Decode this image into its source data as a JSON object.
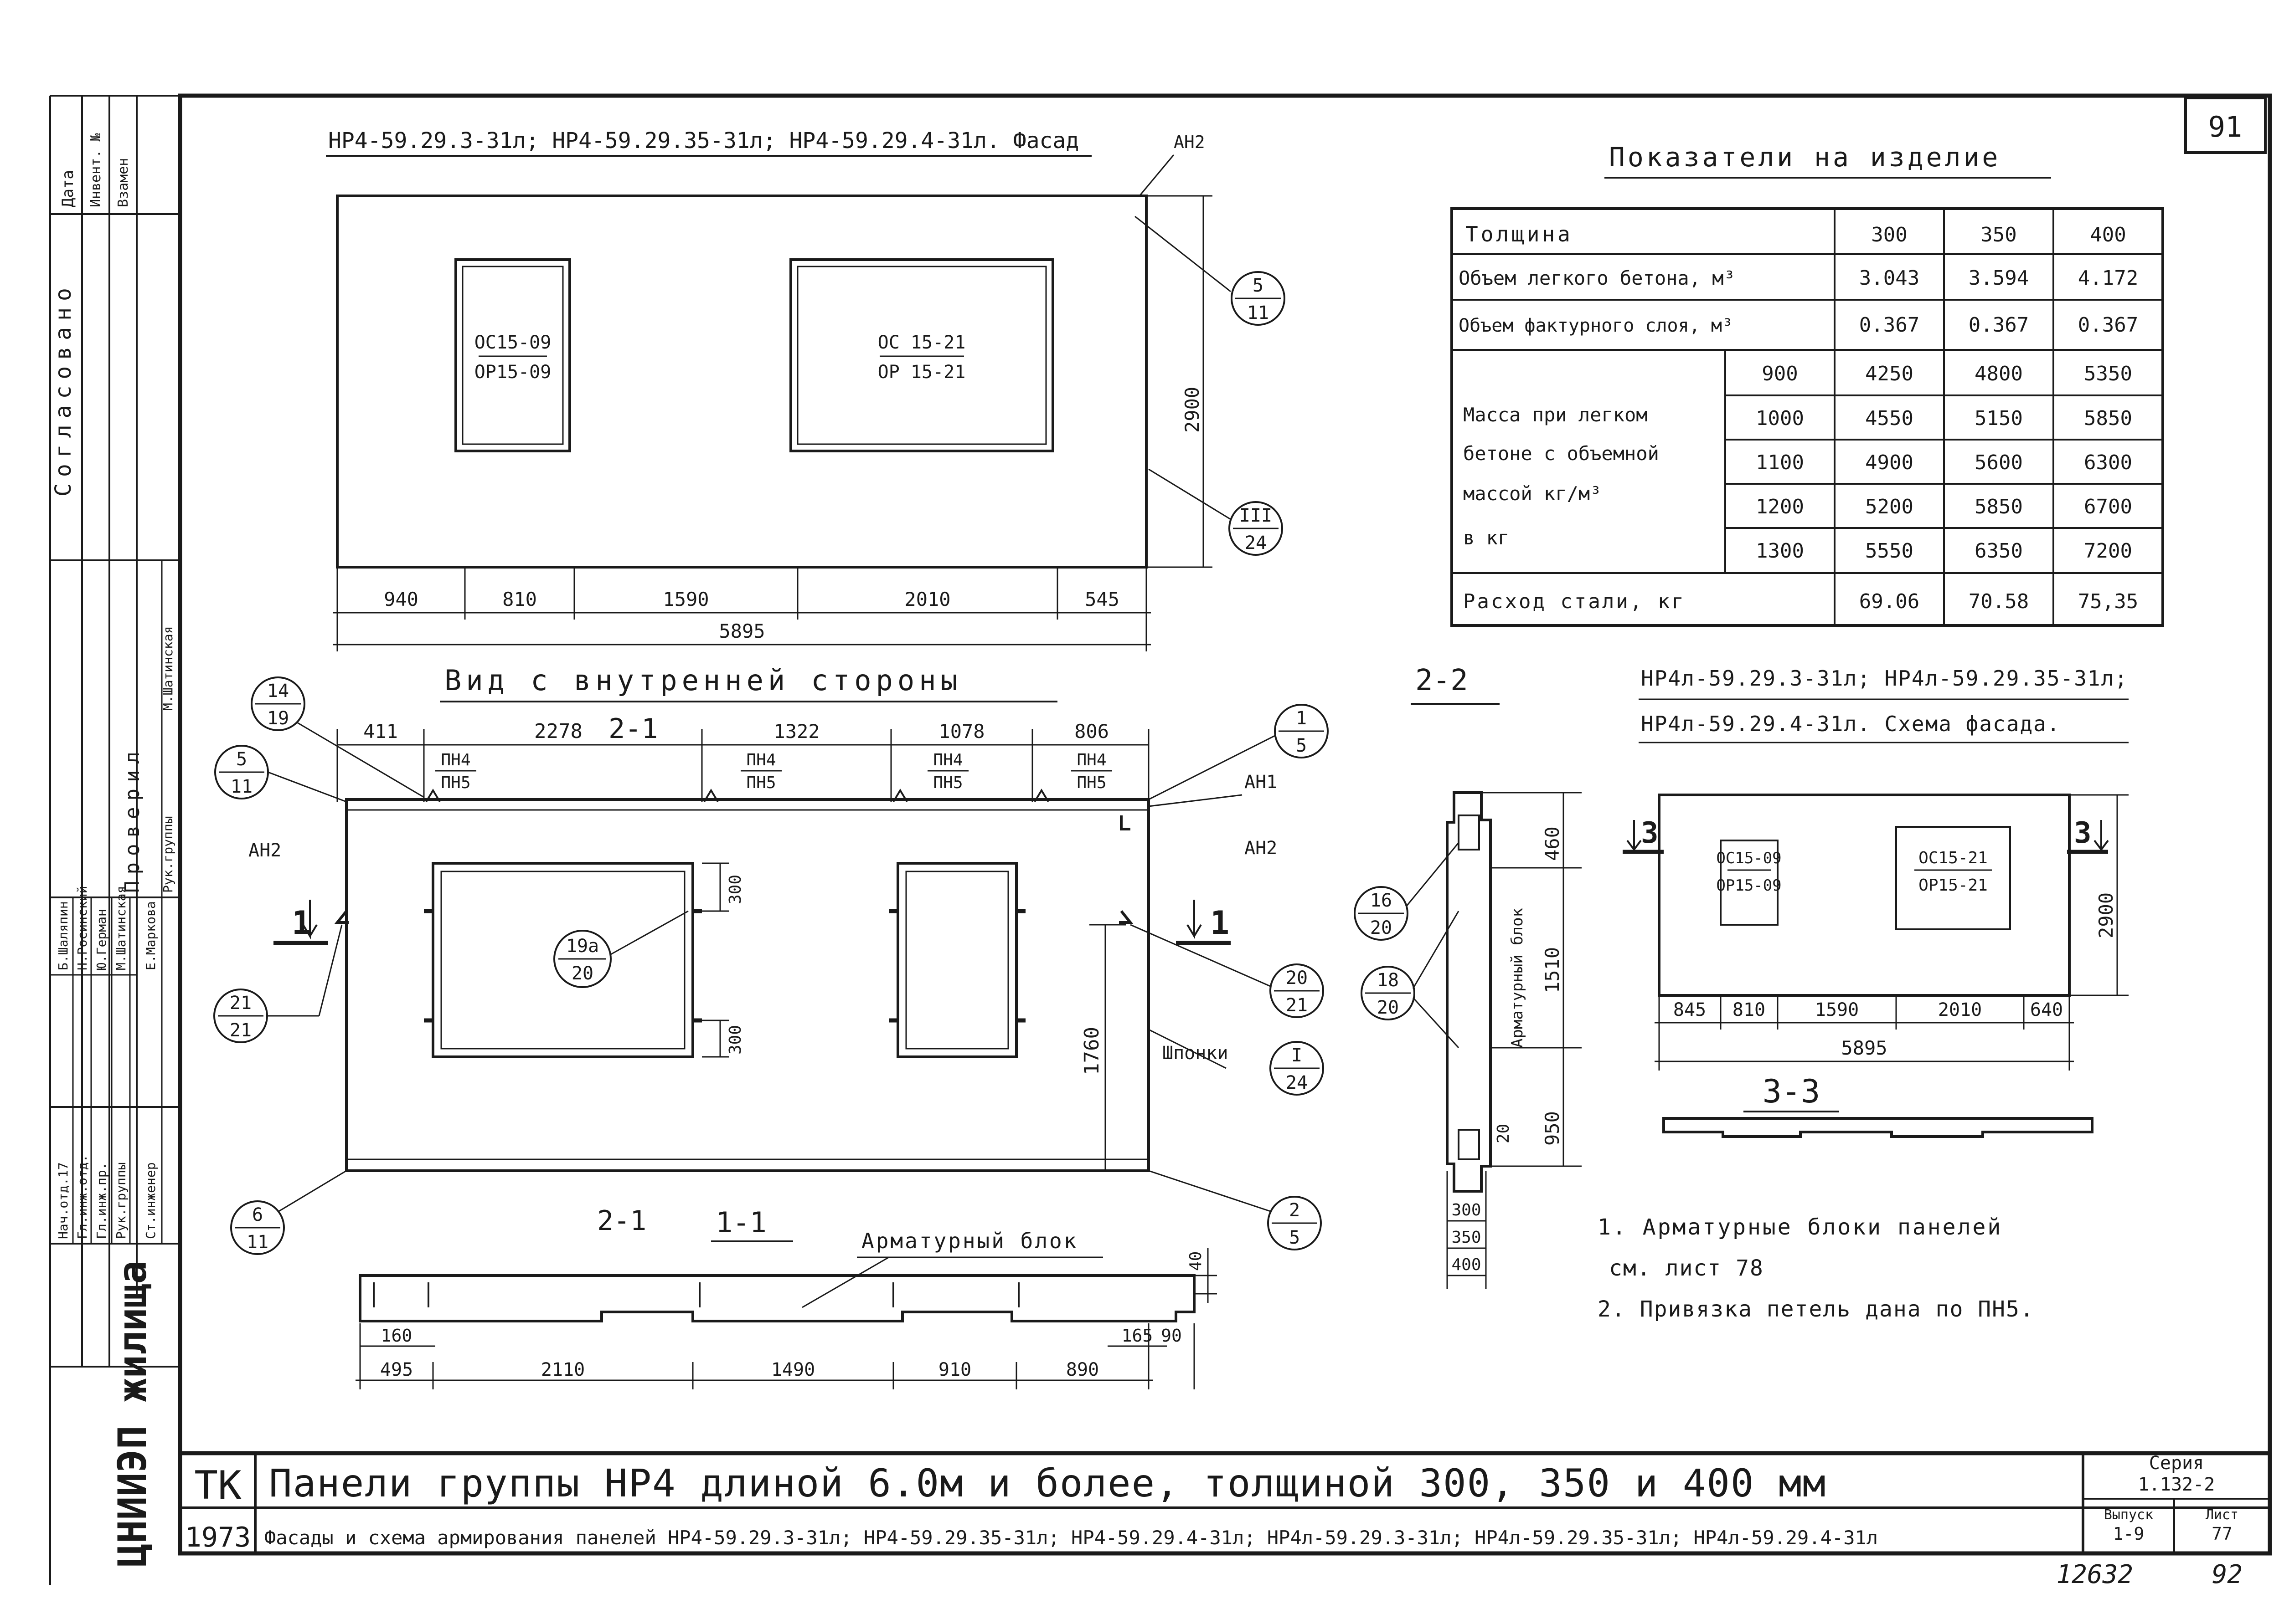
{
  "sheet_number": "91",
  "facade": {
    "title": "НР4-59.29.3-31л; НР4-59.29.35-31л; НР4-59.29.4-31л. Фасад",
    "tag_an2": "АН2",
    "window1_top": "ОС15-09",
    "window1_bottom": "ОР15-09",
    "window2_top": "ОС 15-21",
    "window2_bottom": "ОР 15-21",
    "dim_height": "2900",
    "dims": [
      "940",
      "810",
      "1590",
      "2010",
      "545"
    ],
    "total": "5895",
    "callout1_top": "5",
    "callout1_bottom": "11",
    "callout2_top": "III",
    "callout2_bottom": "24"
  },
  "indicators": {
    "title": "Показатели на изделие",
    "thickness_label": "Толщина",
    "thickness": [
      "300",
      "350",
      "400"
    ],
    "light_concrete_label": "Объем легкого бетона, м³",
    "light_concrete": [
      "3.043",
      "3.594",
      "4.172"
    ],
    "facing_label": "Объем фактурного слоя, м³",
    "facing": [
      "0.367",
      "0.367",
      "0.367"
    ],
    "mass_label_1": "Масса при легком",
    "mass_label_2": "бетоне с объемной",
    "mass_label_3": "массой     кг/м³",
    "mass_label_4": "в кг",
    "density": [
      "900",
      "1000",
      "1100",
      "1200",
      "1300"
    ],
    "mass_rows": [
      [
        "4250",
        "4800",
        "5350"
      ],
      [
        "4550",
        "5150",
        "5850"
      ],
      [
        "4900",
        "5600",
        "6300"
      ],
      [
        "5200",
        "5850",
        "6700"
      ],
      [
        "5550",
        "6350",
        "7200"
      ]
    ],
    "steel_label": "Расход стали, кг",
    "steel": [
      "69.06",
      "70.58",
      "75,35"
    ]
  },
  "inner": {
    "title": "Вид с внутренней стороны",
    "top_dims": [
      "411",
      "2278",
      "1322",
      "1078",
      "806"
    ],
    "section_mark": "2-1",
    "loop_top": "ПН4",
    "loop_bottom": "ПН5",
    "tag_an1": "АН1",
    "tag_an2": "АН2",
    "dim_300": "300",
    "dim_1760": "1760",
    "keys_label": "Шпонки",
    "c_14_19": [
      "14",
      "19"
    ],
    "c_5_11": [
      "5",
      "11"
    ],
    "c_1_5": [
      "1",
      "5"
    ],
    "c_21_21": [
      "21",
      "21"
    ],
    "c_19a_20": [
      "19а",
      "20"
    ],
    "c_20_21": [
      "20",
      "21"
    ],
    "c_I_24": [
      "I",
      "24"
    ],
    "c_6_11": [
      "6",
      "11"
    ],
    "c_2_5": [
      "2",
      "5"
    ],
    "sec1": "1"
  },
  "section11": {
    "title": "1-1",
    "mark": "2-1",
    "block_label": "Арматурный блок",
    "dims_bottom": [
      "495",
      "2110",
      "1490",
      "910",
      "890"
    ],
    "dim_160": "160",
    "dim_165": "165",
    "dim_90": "90",
    "dim_40": "40"
  },
  "section22": {
    "title": "2-2",
    "dims": [
      "460",
      "1510",
      "950"
    ],
    "dim_20": "20",
    "block_label": "Арматурный блок",
    "thick": [
      "300",
      "350",
      "400"
    ],
    "c_16_20": [
      "16",
      "20"
    ],
    "c_18_20": [
      "18",
      "20"
    ]
  },
  "scheme": {
    "title_1": "НР4л-59.29.3-31л; НР4л-59.29.35-31л;",
    "title_2": "НР4л-59.29.4-31л. Схема фасада.",
    "w1_top": "ОС15-09",
    "w1_bottom": "ОР15-09",
    "w2_top": "ОС15-21",
    "w2_bottom": "ОР15-21",
    "dim_height": "2900",
    "dims": [
      "845",
      "810",
      "1590",
      "2010",
      "640"
    ],
    "total": "5895",
    "sec_mark": "3",
    "section_title": "3-3"
  },
  "notes": [
    "1. Арматурные блоки панелей",
    "см. лист 78",
    "2. Привязка петель дана по ПН5."
  ],
  "left_strip": {
    "agreed": "Согласовано",
    "col1": "Дата",
    "col2": "Инвент. №",
    "col3": "Взамен",
    "checked": "Проверил",
    "rows": [
      [
        "Нач.отд.17",
        "Б.Шаляпин"
      ],
      [
        "Гл.инж.отд.",
        "Н.Росинский"
      ],
      [
        "Гл.инж.пр.",
        "Ю.Герман"
      ],
      [
        "Рук.группы",
        "М.Шатинская"
      ],
      [
        "Ст.инженер",
        "Е.Маркова"
      ]
    ],
    "group_head": "Рук.группы",
    "checker": "М.Шатинская",
    "org": "ЦНИИЭП жилища"
  },
  "title_block": {
    "code": "ТК",
    "year": "1973",
    "title": "Панели группы   НР4   длиной  6.0м и более, толщиной   300, 350 и 400 мм",
    "subtitle": "Фасады и схема армирования панелей НР4-59.29.3-31л; НР4-59.29.35-31л; НР4-59.29.4-31л; НР4л-59.29.3-31л; НР4л-59.29.35-31л; НР4л-59.29.4-31л",
    "series_label": "Серия",
    "series": "1.132-2",
    "issue_label": "Выпуск",
    "issue": "1-9",
    "sheet_label": "Лист",
    "sheet": "77"
  },
  "footer": {
    "archive": "12632",
    "page": "92"
  }
}
